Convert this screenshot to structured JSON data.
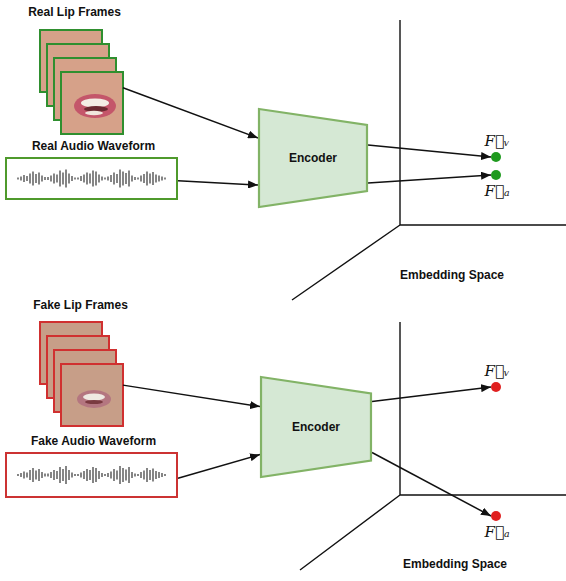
{
  "diagram": {
    "nodes": [
      {
        "text": [
          "Real Lip Frames"
        ]
      },
      {
        "text": [
          "Real Audio Waveform"
        ]
      },
      {
        "text": [
          "Encoder"
        ]
      },
      {
        "text": [
          "F⃗ᵥ"
        ]
      },
      {
        "text": [
          "F⃗ₐ"
        ]
      },
      {
        "text": [
          "Fake Lip Frames"
        ]
      },
      {
        "text": [
          "Fake Audio Waveform"
        ]
      },
      {
        "text": [
          "Encoder"
        ]
      },
      {
        "text": [
          "F⃗ᵥ"
        ]
      },
      {
        "text": [
          "F⃗ₐ"
        ]
      }
    ],
    "edges": [
      {
        "from": 0,
        "to": 2,
        "arrow": "to"
      },
      {
        "from": 1,
        "to": 2,
        "arrow": "to"
      },
      {
        "from": 2,
        "to": 3,
        "arrow": "to"
      },
      {
        "from": 2,
        "to": 4,
        "arrow": "to"
      },
      {
        "from": 5,
        "to": 7,
        "arrow": "to"
      },
      {
        "from": 6,
        "to": 7,
        "arrow": "to"
      },
      {
        "from": 7,
        "to": 8,
        "arrow": "to"
      },
      {
        "from": 7,
        "to": 9,
        "arrow": "to"
      }
    ],
    "labels": [
      "Embedding Space",
      "Embedding Space"
    ]
  }
}
